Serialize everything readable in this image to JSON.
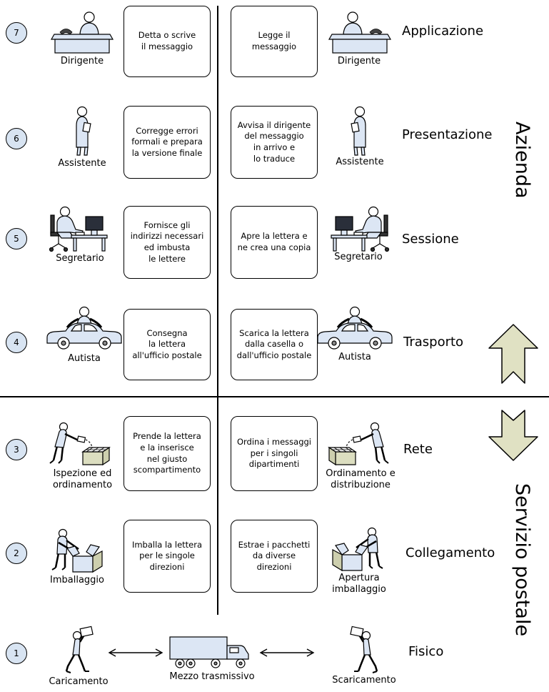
{
  "sections": {
    "top": "Azienda",
    "bottom": "Servizio postale"
  },
  "rows": [
    {
      "level": "7",
      "layer": "Applicazione",
      "left_actor": "Dirigente",
      "left_text": "Detta o scrive\nil messaggio",
      "right_text": "Legge il\nmessaggio",
      "right_actor": "Dirigente"
    },
    {
      "level": "6",
      "layer": "Presentazione",
      "left_actor": "Assistente",
      "left_text": "Corregge errori\nformali e prepara\nla versione finale",
      "right_text": "Avvisa il dirigente\ndel messaggio\nin arrivo e\nlo traduce",
      "right_actor": "Assistente"
    },
    {
      "level": "5",
      "layer": "Sessione",
      "left_actor": "Segretario",
      "left_text": "Fornisce gli\nindirizzi necessari\ned imbusta\nle lettere",
      "right_text": "Apre la lettera e\nne crea una copia",
      "right_actor": "Segretario"
    },
    {
      "level": "4",
      "layer": "Trasporto",
      "left_actor": "Autista",
      "left_text": "Consegna\nla lettera\nall'ufficio postale",
      "right_text": "Scarica la lettera\ndalla casella o\ndall'ufficio postale",
      "right_actor": "Autista"
    },
    {
      "level": "3",
      "layer": "Rete",
      "left_actor": "Ispezione ed\nordinamento",
      "left_text": "Prende la lettera\ne la inserisce\nnel giusto\nscompartimento",
      "right_text": "Ordina i messaggi\nper i singoli\ndipartimenti",
      "right_actor": "Ordinamento e\ndistribuzione"
    },
    {
      "level": "2",
      "layer": "Collegamento",
      "left_actor": "Imballaggio",
      "left_text": "Imballa la lettera\nper le singole\ndirezioni",
      "right_text": "Estrae i pacchetti\nda diverse\ndirezioni",
      "right_actor": "Apertura\nimballaggio"
    },
    {
      "level": "1",
      "layer": "Fisico",
      "left_actor": "Caricamento",
      "middle_label": "Mezzo trasmissivo",
      "right_actor": "Scaricamento"
    }
  ],
  "colors": {
    "figure_fill": "#dce6f4",
    "circle_fill": "#d8e4f2",
    "arrow_fill": "#e0e1c3"
  }
}
